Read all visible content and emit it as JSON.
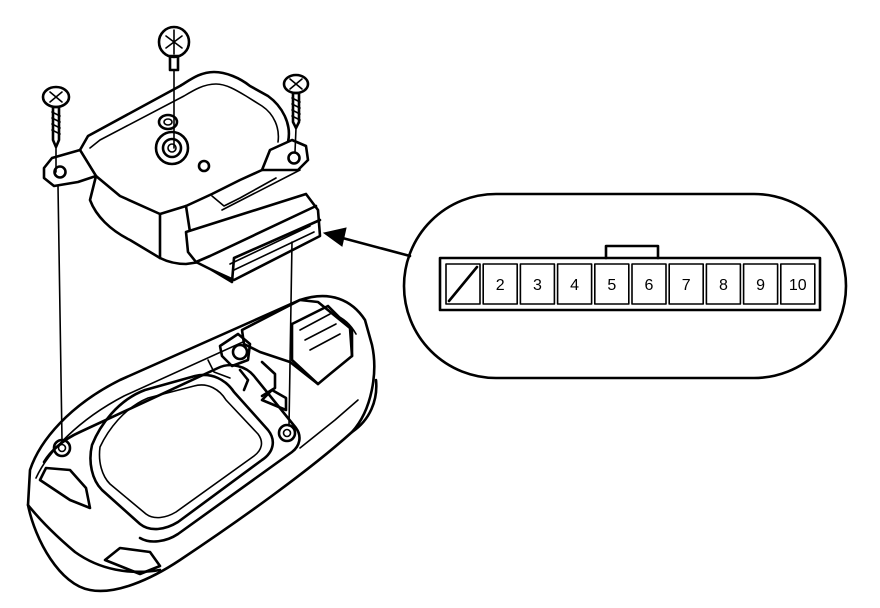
{
  "connector": {
    "terminals": [
      {
        "label": ""
      },
      {
        "label": "2"
      },
      {
        "label": "3"
      },
      {
        "label": "4"
      },
      {
        "label": "5"
      },
      {
        "label": "6"
      },
      {
        "label": "7"
      },
      {
        "label": "8"
      },
      {
        "label": "9"
      },
      {
        "label": "10"
      }
    ]
  },
  "icons": {
    "screws": [
      "phillips-screw-icon",
      "hex-bolt-icon",
      "phillips-screw-icon"
    ],
    "pointer": "arrow-icon"
  }
}
